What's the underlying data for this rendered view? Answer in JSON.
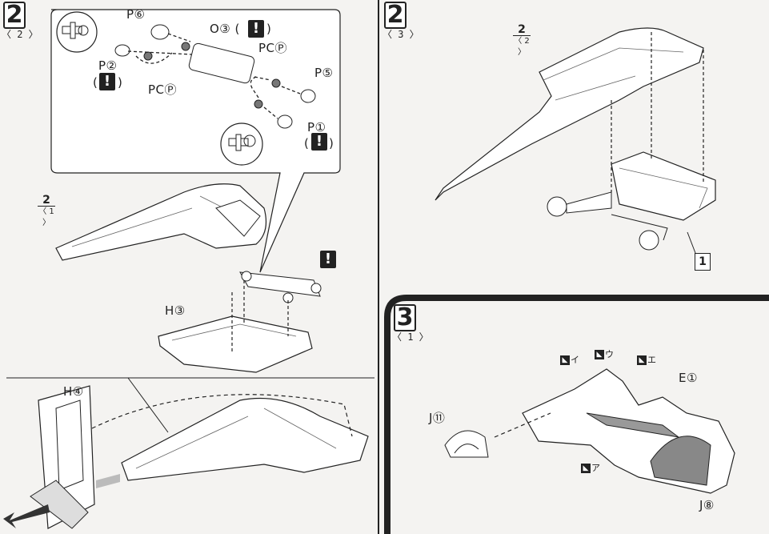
{
  "panels": {
    "left": {
      "step": "2",
      "sub": "〈 2 〉"
    },
    "right_top": {
      "step": "2",
      "sub": "〈 3 〉"
    },
    "right_bottom": {
      "step": "3",
      "sub": "〈 1 〉"
    }
  },
  "left_labels": {
    "p6": "P⑥",
    "o3": "O③ (",
    "o3_close": ")",
    "pcp_right": "PCⓅ",
    "p2": "P②",
    "p2_paren_open": "(",
    "p2_paren_close": ")",
    "pcp_left": "PCⓅ",
    "p5": "P⑤",
    "p1": "P①",
    "p1_paren_open": "(",
    "p1_paren_close": ")",
    "h3": "H③",
    "h4": "H④",
    "ref_top": "2",
    "ref_bot": "〈 1 〉",
    "warn": "!"
  },
  "right_top_labels": {
    "ref_top": "2",
    "ref_bot": "〈 2 〉",
    "badge": "1"
  },
  "right_bottom_labels": {
    "e1": "E①",
    "j11": "J⑪",
    "j8": "J⑧",
    "tag_i": "イ",
    "tag_u": "ウ",
    "tag_e": "エ",
    "tag_a": "ア",
    "tag_icon": "◣"
  }
}
